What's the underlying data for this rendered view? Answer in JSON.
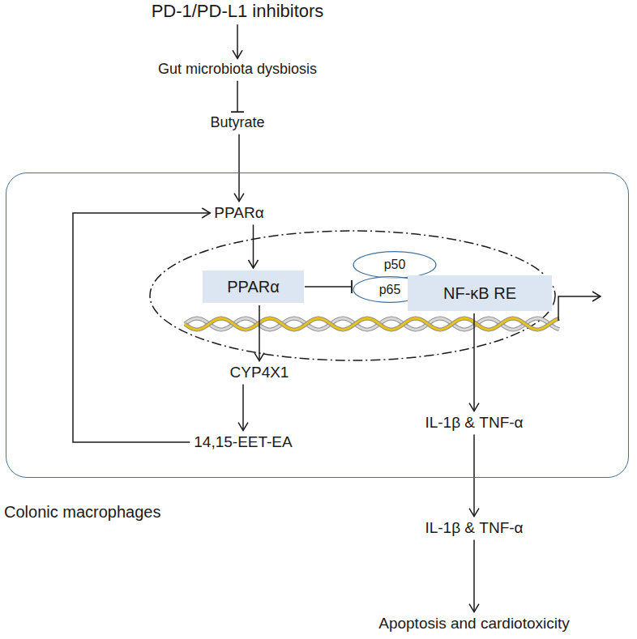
{
  "diagram": {
    "nodes": [
      {
        "text": [
          "PD-1/PD-L1 inhibitors"
        ]
      },
      {
        "text": [
          "Gut microbiota dysbiosis"
        ]
      },
      {
        "text": [
          "Butyrate"
        ]
      },
      {
        "text": [
          "Colonic macrophages"
        ]
      },
      {
        "text": [
          "PPARα"
        ],
        "in": 3
      },
      {
        "text": [
          "PPARα"
        ],
        "in": 3
      },
      {
        "text": [
          "p50"
        ],
        "in": 3
      },
      {
        "text": [
          "p65"
        ],
        "in": 3
      },
      {
        "text": [
          "NF-κB RE"
        ],
        "in": 3
      },
      {
        "text": [
          "CYP4X1"
        ],
        "in": 3
      },
      {
        "text": [
          "14,15-EET-EA"
        ],
        "in": 3
      },
      {
        "text": [
          "IL-1β & TNF-α"
        ],
        "in": 3
      },
      {
        "text": [
          "IL-1β & TNF-α"
        ]
      },
      {
        "text": [
          "Apoptosis and cardiotoxicity"
        ]
      }
    ],
    "edges": [
      {
        "from": 0,
        "to": 1,
        "arrow": "to"
      },
      {
        "from": 1,
        "to": 2,
        "arrow": "to"
      },
      {
        "from": 2,
        "to": 4,
        "arrow": "to"
      },
      {
        "from": 4,
        "to": 5,
        "arrow": "to"
      },
      {
        "from": 5,
        "to": 7,
        "arrow": "to"
      },
      {
        "from": 5,
        "to": 9,
        "arrow": "to"
      },
      {
        "from": 9,
        "to": 10,
        "arrow": "to"
      },
      {
        "from": 10,
        "to": 4,
        "arrow": "to"
      },
      {
        "from": 8,
        "to": 11,
        "arrow": "to"
      },
      {
        "from": 11,
        "to": 12,
        "arrow": "to"
      },
      {
        "from": 12,
        "to": 13,
        "arrow": "to"
      }
    ]
  }
}
